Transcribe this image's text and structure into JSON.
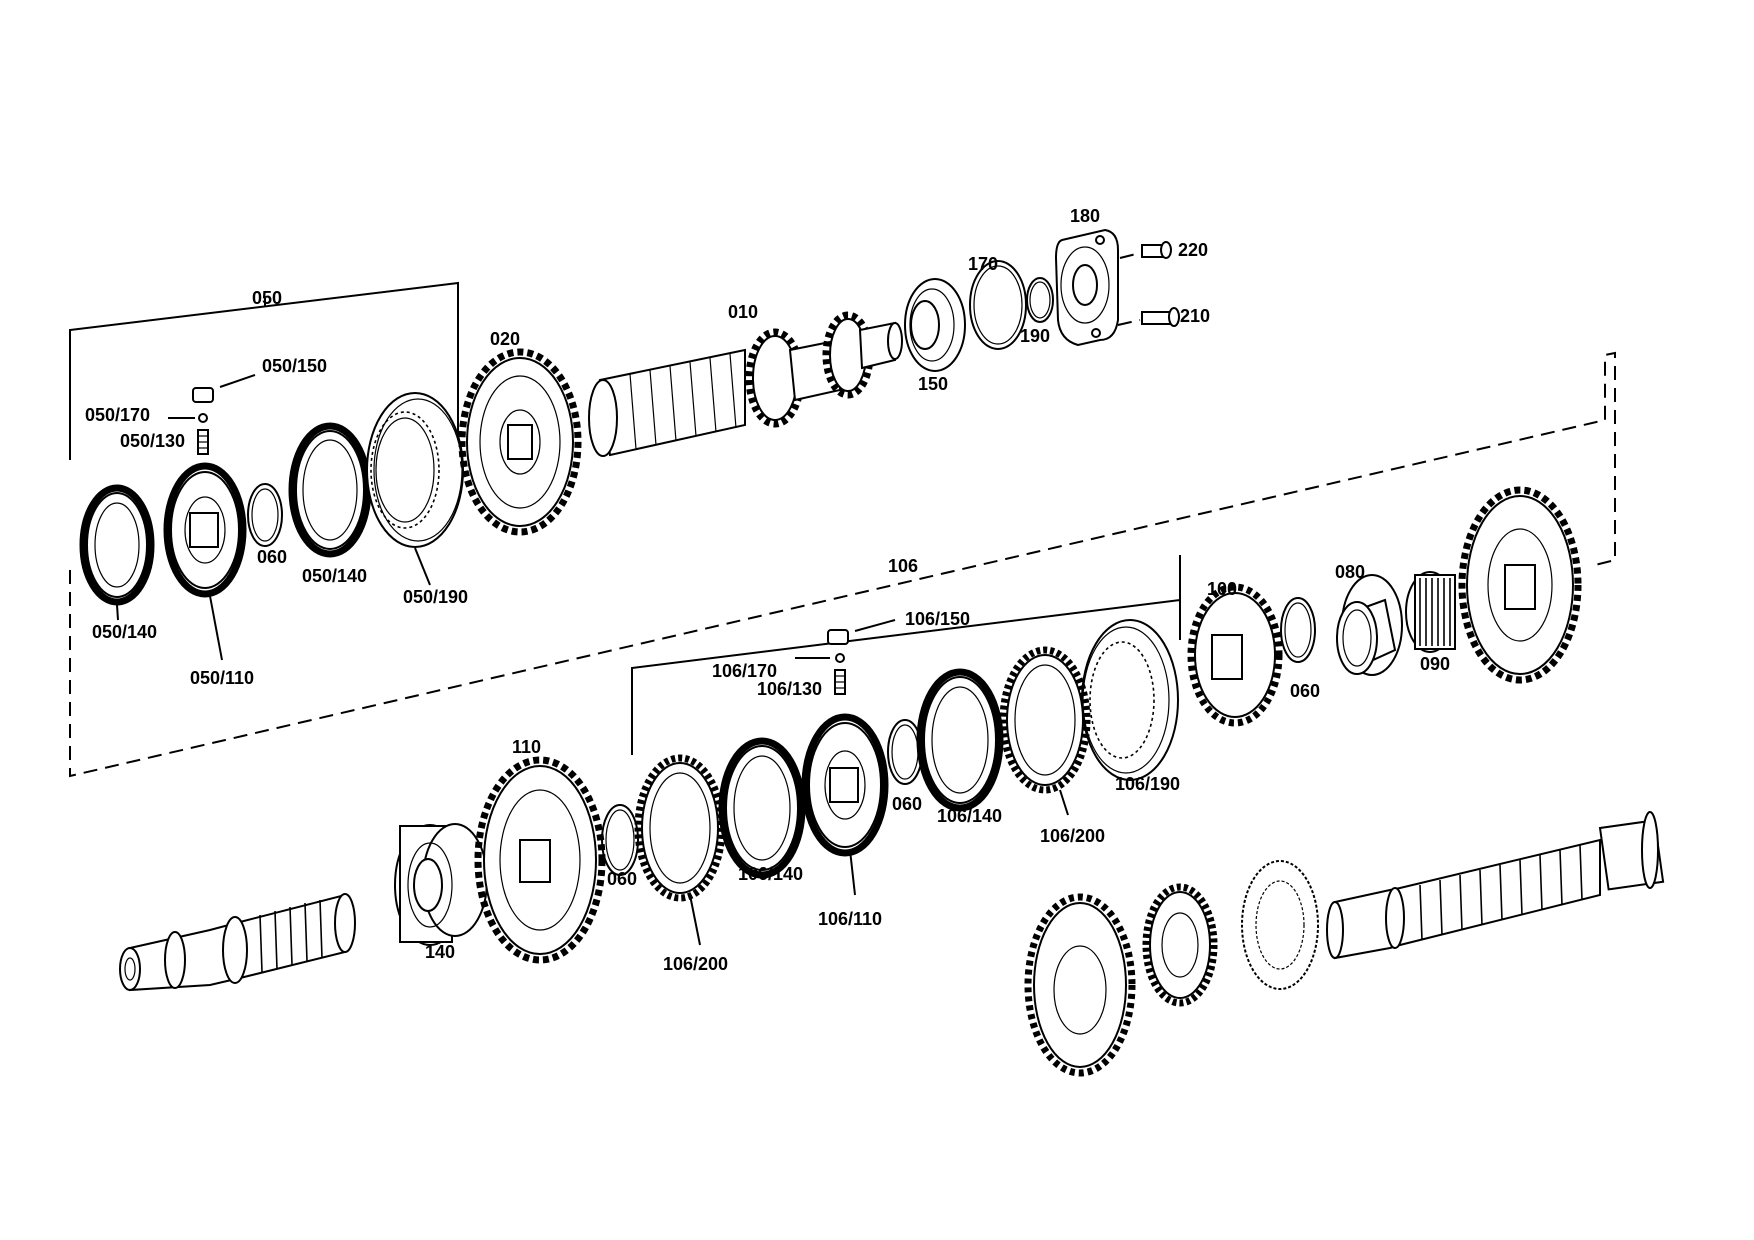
{
  "labels": {
    "l_010": "010",
    "l_020": "020",
    "l_050": "050",
    "l_050_150": "050/150",
    "l_050_170": "050/170",
    "l_050_130": "050/130",
    "l_050_140a": "050/140",
    "l_050_140b": "050/140",
    "l_050_110": "050/110",
    "l_050_190": "050/190",
    "l_060a": "060",
    "l_060b": "060",
    "l_060c": "060",
    "l_060d": "060",
    "l_080": "080",
    "l_090": "090",
    "l_100": "100",
    "l_106": "106",
    "l_106_150": "106/150",
    "l_106_170": "106/170",
    "l_106_130": "106/130",
    "l_106_140a": "106/140",
    "l_106_140b": "106/140",
    "l_106_110": "106/110",
    "l_106_200a": "106/200",
    "l_106_200b": "106/200",
    "l_106_190": "106/190",
    "l_110": "110",
    "l_140": "140",
    "l_150": "150",
    "l_170": "170",
    "l_180": "180",
    "l_190": "190",
    "l_210": "210",
    "l_220": "220"
  }
}
